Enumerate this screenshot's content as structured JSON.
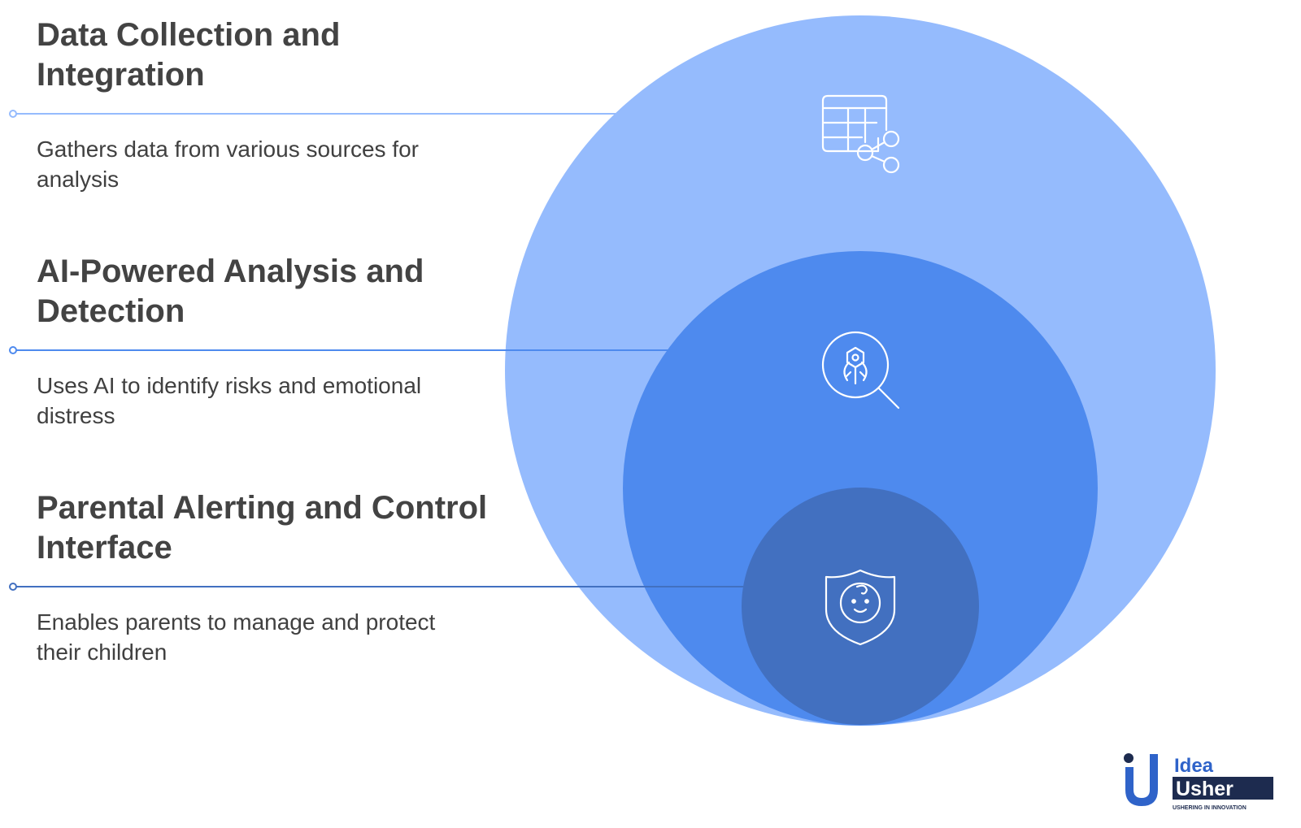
{
  "layers": [
    {
      "title": "Data Collection and Integration",
      "description": "Gathers data from various sources for analysis",
      "icon": "table-share-icon",
      "color": "#95bbfd"
    },
    {
      "title": "AI-Powered Analysis and Detection",
      "description": "Uses AI to identify risks and emotional distress",
      "icon": "ai-search-icon",
      "color": "#4e8aee"
    },
    {
      "title": "Parental Alerting and Control Interface",
      "description": "Enables parents to manage and protect their children",
      "icon": "child-shield-icon",
      "color": "#4270c0"
    }
  ],
  "logo": {
    "line1": "Idea",
    "line2": "Usher",
    "tagline": "USHERING IN INNOVATION",
    "colors": {
      "primary": "#2f63c9",
      "dark": "#1d2b4f"
    }
  }
}
